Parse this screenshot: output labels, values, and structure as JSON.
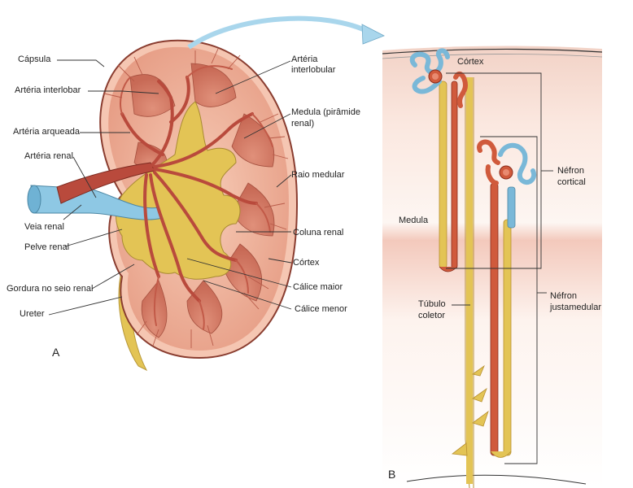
{
  "panel_a": {
    "letter": "A",
    "labels": {
      "capsula": "Cápsula",
      "arteria_interlobar": "Artéria interlobar",
      "arteria_arqueada": "Artéria arqueada",
      "arteria_renal": "Artéria renal",
      "veia_renal": "Veia renal",
      "pelve_renal": "Pelve renal",
      "gordura_seio": "Gordura no seio renal",
      "ureter": "Ureter",
      "arteria_interlobular_1": "Artéria",
      "arteria_interlobular_2": "interlobular",
      "medula_1": "Medula (pirâmide",
      "medula_2": "renal)",
      "raio_medular": "Raio medular",
      "coluna_renal": "Coluna renal",
      "cortex": "Córtex",
      "calice_maior": "Cálice maior",
      "calice_menor": "Cálice menor"
    }
  },
  "panel_b": {
    "letter": "B",
    "labels": {
      "cortex": "Córtex",
      "medula": "Medula",
      "nefron_cortical_1": "Néfron",
      "nefron_cortical_2": "cortical",
      "tubulo_coletor_1": "Túbulo",
      "tubulo_coletor_2": "coletor",
      "nefron_justamedular_1": "Néfron",
      "nefron_justamedular_2": "justamedular"
    }
  },
  "colors": {
    "cortex_pink": "#f0b4a0",
    "kidney_red": "#b94a3c",
    "pelvis_yellow": "#e3c455",
    "vein_blue": "#8ec8e4",
    "arrow_blue": "#a9d6ec",
    "leader_line": "#333333"
  }
}
